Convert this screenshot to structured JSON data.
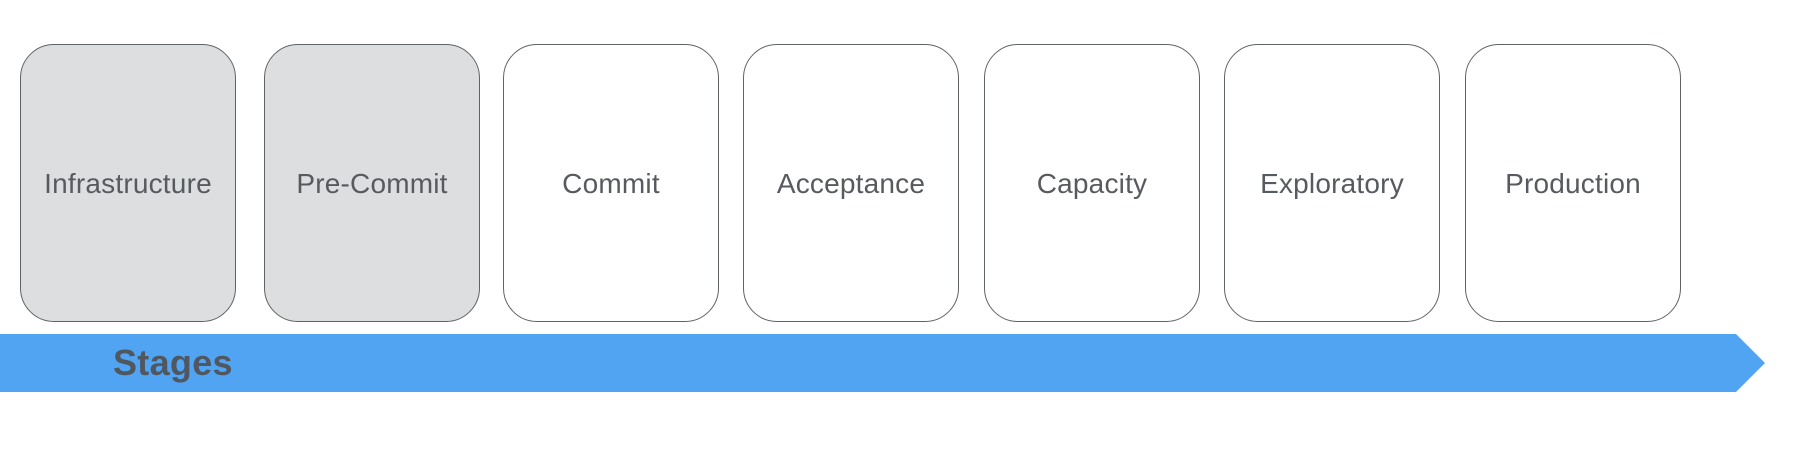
{
  "diagram": {
    "stages": [
      {
        "label": "Infrastructure",
        "shaded": true
      },
      {
        "label": "Pre-Commit",
        "shaded": true
      },
      {
        "label": "Commit",
        "shaded": false
      },
      {
        "label": "Acceptance",
        "shaded": false
      },
      {
        "label": "Capacity",
        "shaded": false
      },
      {
        "label": "Exploratory",
        "shaded": false
      },
      {
        "label": "Production",
        "shaded": false
      }
    ],
    "arrow": {
      "label": "Stages",
      "color": "#51a4f1",
      "label_color": "#50575f"
    },
    "colors": {
      "shaded_fill": "#dcdedf",
      "card_fill": "#ffffff",
      "card_border": "#5f6366",
      "card_text": "#575b5f"
    }
  }
}
